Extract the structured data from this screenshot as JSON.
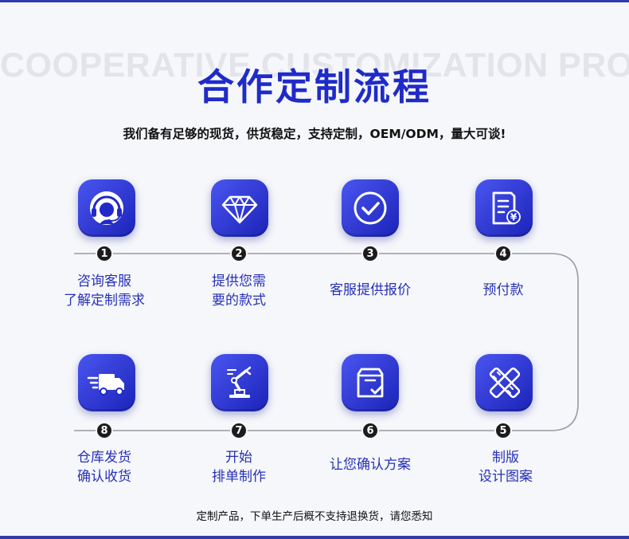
{
  "header": {
    "background_text": "COOPERATIVE CUSTOMIZATION PROCESS",
    "title": "合作定制流程",
    "subtitle": "我们备有足够的现货，供货稳定，支持定制，OEM/ODM，量大可谈!"
  },
  "steps": [
    {
      "number": "1",
      "line1": "咨询客服",
      "line2": "了解定制需求",
      "icon": "customer-service-headset-icon"
    },
    {
      "number": "2",
      "line1": "提供您需",
      "line2": "要的款式",
      "icon": "diamond-icon"
    },
    {
      "number": "3",
      "line1": "客服提供报价",
      "line2": "",
      "icon": "check-circle-icon"
    },
    {
      "number": "4",
      "line1": "预付款",
      "line2": "",
      "icon": "invoice-yen-icon"
    },
    {
      "number": "5",
      "line1": "制版",
      "line2": "设计图案",
      "icon": "pencil-ruler-icon"
    },
    {
      "number": "6",
      "line1": "让您确认方案",
      "line2": "",
      "icon": "box-check-icon"
    },
    {
      "number": "7",
      "line1": "开始",
      "line2": "排单制作",
      "icon": "robot-arm-icon"
    },
    {
      "number": "8",
      "line1": "仓库发货",
      "line2": "确认收货",
      "icon": "delivery-truck-icon"
    }
  ],
  "footer": {
    "note": "定制产品，下单生产后概不支持退换货，请您悉知"
  },
  "colors": {
    "accent": "#1f2bc8",
    "icon_gradient_start": "#4a55f0",
    "icon_gradient_end": "#1b23b8",
    "number_badge": "#1c1c1c",
    "label_text": "#2630b8"
  }
}
